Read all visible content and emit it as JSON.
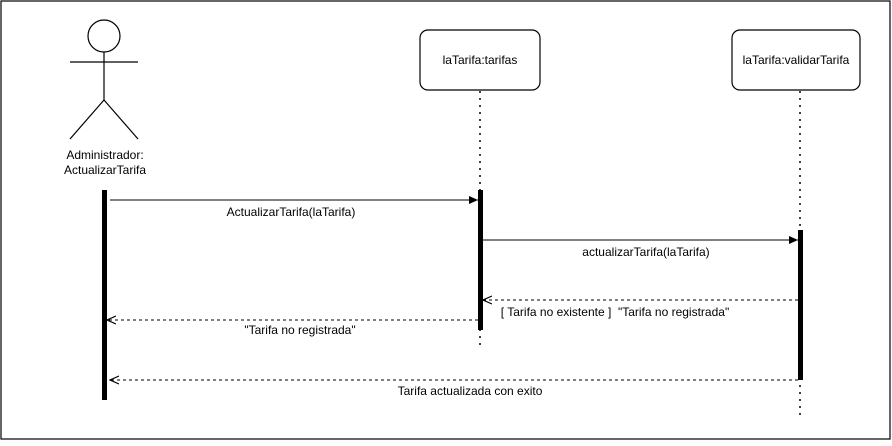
{
  "diagram": {
    "actor": {
      "name_line1": "Administrador:",
      "name_line2": "ActualizarTarifa"
    },
    "lifelines": [
      {
        "label": "laTarifa:tarifas"
      },
      {
        "label": "laTarifa:validarTarifa"
      }
    ],
    "messages": [
      {
        "label": "ActualizarTarifa(laTarifa)",
        "style": "sync"
      },
      {
        "label": "actualizarTarifa(laTarifa)",
        "style": "sync"
      },
      {
        "label": "[ Tarifa no existente ]  \"Tarifa no registrada\"",
        "style": "return"
      },
      {
        "label": "\"Tarifa no registrada\"",
        "style": "return"
      },
      {
        "label": "Tarifa actualizada con exito",
        "style": "return"
      }
    ]
  }
}
